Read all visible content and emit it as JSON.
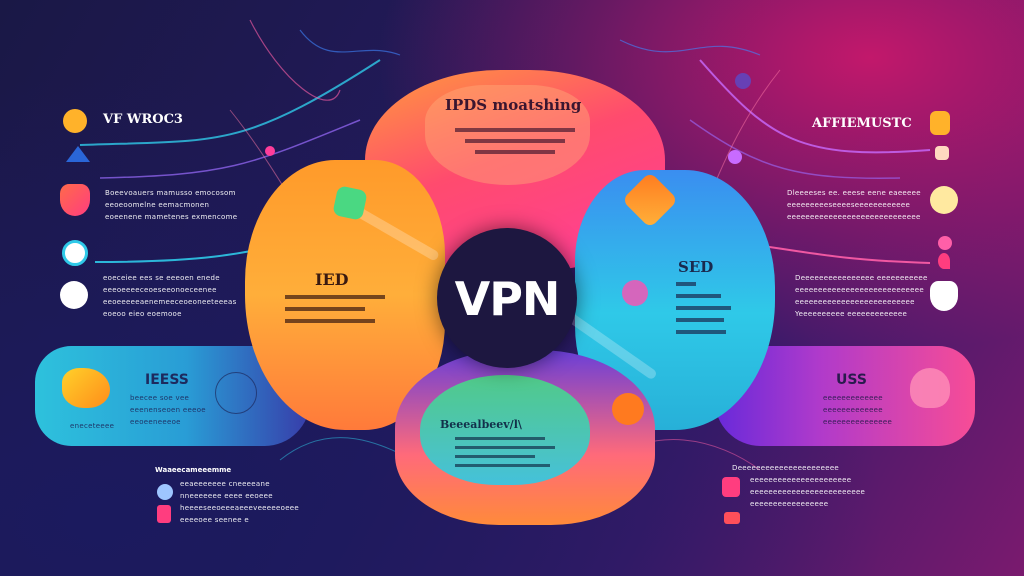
{
  "center": {
    "title": "VPN",
    "top_panel_title": "IPDS moatshing",
    "bottom_panel_title": "Beeealbeev/l\\",
    "left_panel_title": "IED",
    "right_panel_title": "SED"
  },
  "left": {
    "header_title": "VF WROC3",
    "row1_text": [
      "Boeevoauers mamusso emocosom",
      "eeoeoomelne eemacmonen",
      "eoeenene mametenes exmencome"
    ],
    "row2_text": [
      "eoeceiee ees se eeeoen enede",
      "eeeoeeeeceoeseeonoeceenee",
      "eeoeeeeeaenemeeceoeoneeteeeas",
      "eoeoo eieo eoemooe"
    ],
    "card_title": "IEESS",
    "card_text": [
      "beecee soe vee",
      "eeenenseoen eeeoe",
      "eeoeeneeeoe",
      "eneceteeee"
    ],
    "footer_title": "Waaeecameeemme",
    "footer_text": [
      "eeaeeeeeee cneeeeane",
      "nneeeeeee eeee eeoeee",
      "heeeeseeoeeeaeeeveeeeeoeee",
      "eeeeoee seenee e"
    ]
  },
  "right": {
    "header_title": "AFFIEMUSTC",
    "row1_text": [
      "Dleeeeses ee. eeese eene eaeeeee",
      "eeeeeeeeeseeeeseeeeeeeeeeee",
      "eeeeeeeeeeeeeeeeeeeeeeeeeeeee"
    ],
    "row2_text": [
      "Deeeeeeeeeeeeeeee eeeeeeeeeee",
      "eeeeeeeeeeeeeeeeeeeeeeeeeeee",
      "eeeeeeeeeeeeeeeeeeeeeeeeee",
      "Yeeeeeeeeee eeeeeeeeeeeee"
    ],
    "card_title": "USS",
    "card_text": [
      "eeeeeeeeeeeee",
      "eeeeeeeeeeeee",
      "eeeeeeeeeeeeeee"
    ],
    "footer_text": [
      "Deeeeeeeeeeeeeeeeeeeeee",
      "eeeeeeeeeeeeeeeeeeeeee",
      "eeeeeeeeeeeeeeeeeeeeeeeee",
      "eeeeeeeeeeeeeeeee"
    ]
  },
  "colors": {
    "orange": "#ff8a1f",
    "pink": "#ff3d7f",
    "cyan": "#2fc9e8",
    "purple": "#8a3cf0",
    "green": "#4ad882",
    "navy": "#1d1740"
  }
}
